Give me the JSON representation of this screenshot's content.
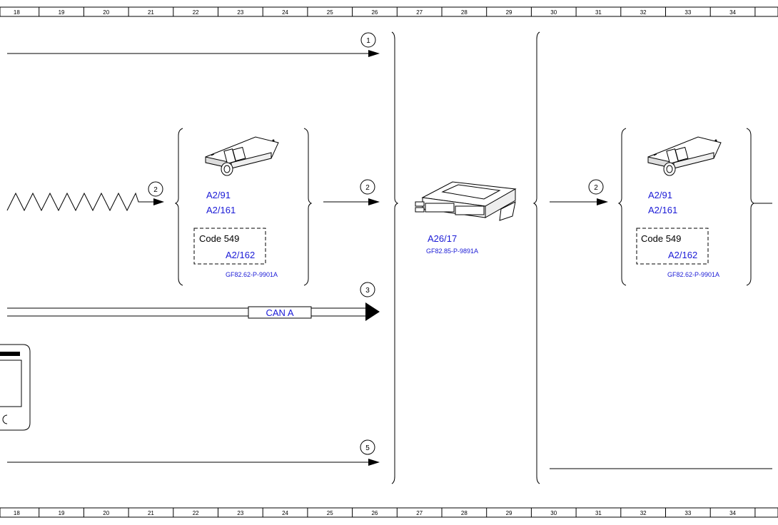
{
  "grid": {
    "columns": [
      "18",
      "19",
      "20",
      "21",
      "22",
      "23",
      "24",
      "25",
      "26",
      "27",
      "28",
      "29",
      "30",
      "31",
      "32",
      "33",
      "34"
    ]
  },
  "markers": {
    "m1": "1",
    "m2_left": "2",
    "m2_right_out": "2",
    "m2_far": "2",
    "m3": "3",
    "m5": "5"
  },
  "left_group": {
    "label_a2_91": "A2/91",
    "label_a2_161": "A2/161",
    "code_box": "Code 549",
    "label_a2_162": "A2/162",
    "doc_ref": "GF82.62-P-9901A"
  },
  "center_module": {
    "label": "A26/17",
    "doc_ref": "GF82.85-P-9891A"
  },
  "right_group": {
    "label_a2_91": "A2/91",
    "label_a2_161": "A2/161",
    "code_box": "Code 549",
    "label_a2_162": "A2/162",
    "doc_ref": "GF82.62-P-9901A"
  },
  "bus": {
    "label": "CAN A"
  },
  "colors": {
    "label_blue": "#1a1ad6",
    "line": "#000000"
  }
}
